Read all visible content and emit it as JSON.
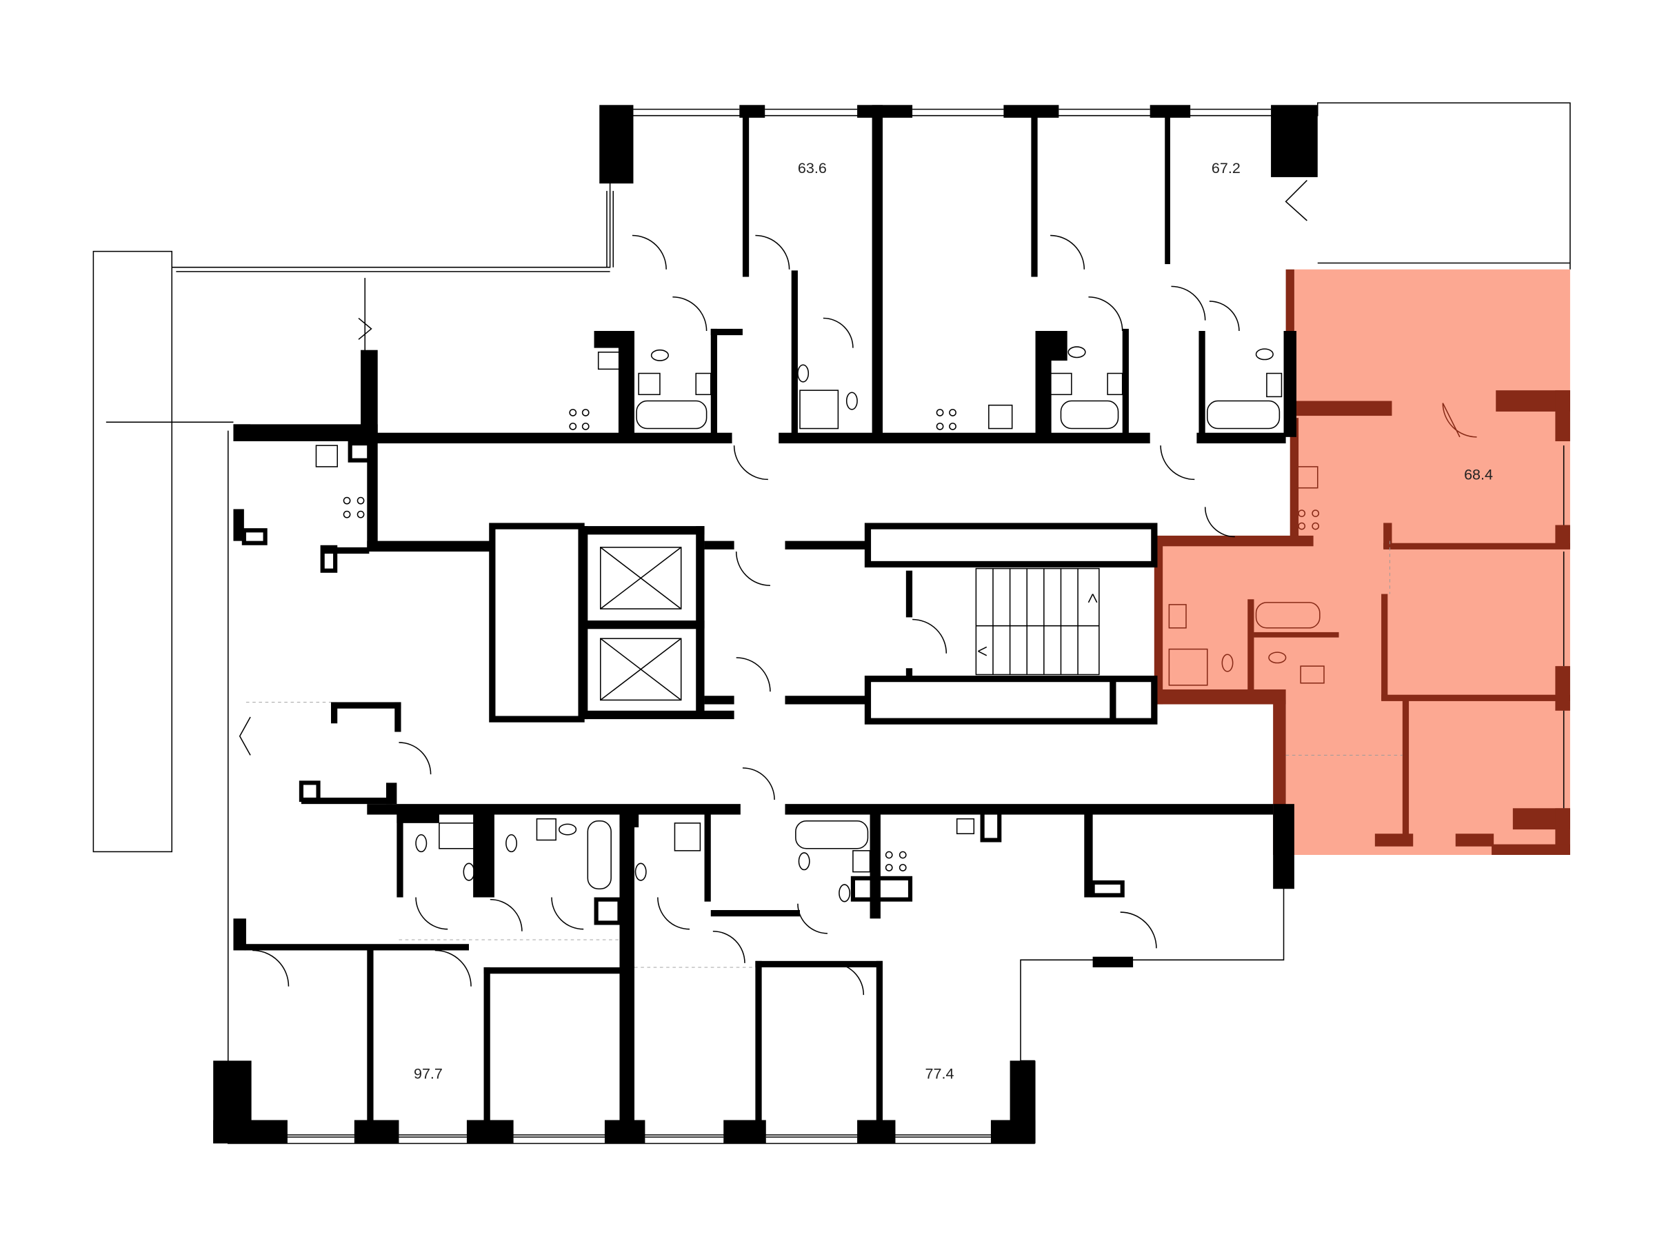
{
  "plan": {
    "highlight_fill": "#fca892",
    "highlight_wall": "#872a17",
    "wall_color": "#000000",
    "apartments": [
      {
        "id": "apt-63-6",
        "area": "63.6"
      },
      {
        "id": "apt-67-2",
        "area": "67.2"
      },
      {
        "id": "apt-68-4",
        "area": "68.4",
        "highlighted": true
      },
      {
        "id": "apt-97-7",
        "area": "97.7"
      },
      {
        "id": "apt-77-4",
        "area": "77.4"
      }
    ],
    "elevators": 2,
    "stairs": 1
  }
}
